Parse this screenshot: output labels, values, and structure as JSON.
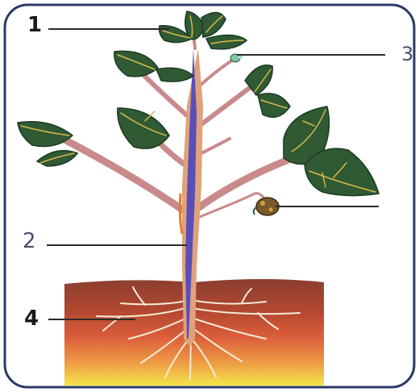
{
  "labels": {
    "one": "1",
    "two": "2",
    "three": "3",
    "four": "4"
  },
  "colors": {
    "frame": "#2b3a66",
    "leaf": "#2f5a34",
    "vein": "#d9b84a",
    "stem_outer": "#c98a8c",
    "stem_core": "#5a4fb8",
    "soil_top": "#8a3f30",
    "soil_mid": "#d8553a",
    "soil_bottom": "#f4e24a",
    "roots": "#f2ecd9"
  }
}
